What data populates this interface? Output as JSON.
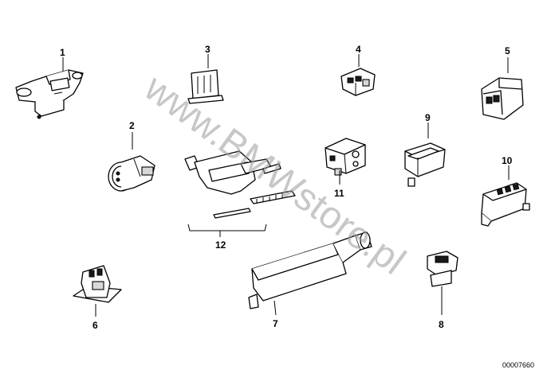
{
  "callouts": [
    {
      "id": "1",
      "label": "1"
    },
    {
      "id": "2",
      "label": "2"
    },
    {
      "id": "3",
      "label": "3"
    },
    {
      "id": "4",
      "label": "4"
    },
    {
      "id": "5",
      "label": "5"
    },
    {
      "id": "6",
      "label": "6"
    },
    {
      "id": "7",
      "label": "7"
    },
    {
      "id": "8",
      "label": "8"
    },
    {
      "id": "9",
      "label": "9"
    },
    {
      "id": "10",
      "label": "10"
    },
    {
      "id": "11",
      "label": "11"
    },
    {
      "id": "12",
      "label": "12"
    }
  ],
  "watermark": "www.BMWstore.pl",
  "diagram_code": "00007660",
  "colors": {
    "line": "#000000",
    "watermark": "#9a9a9a",
    "background": "#ffffff"
  }
}
